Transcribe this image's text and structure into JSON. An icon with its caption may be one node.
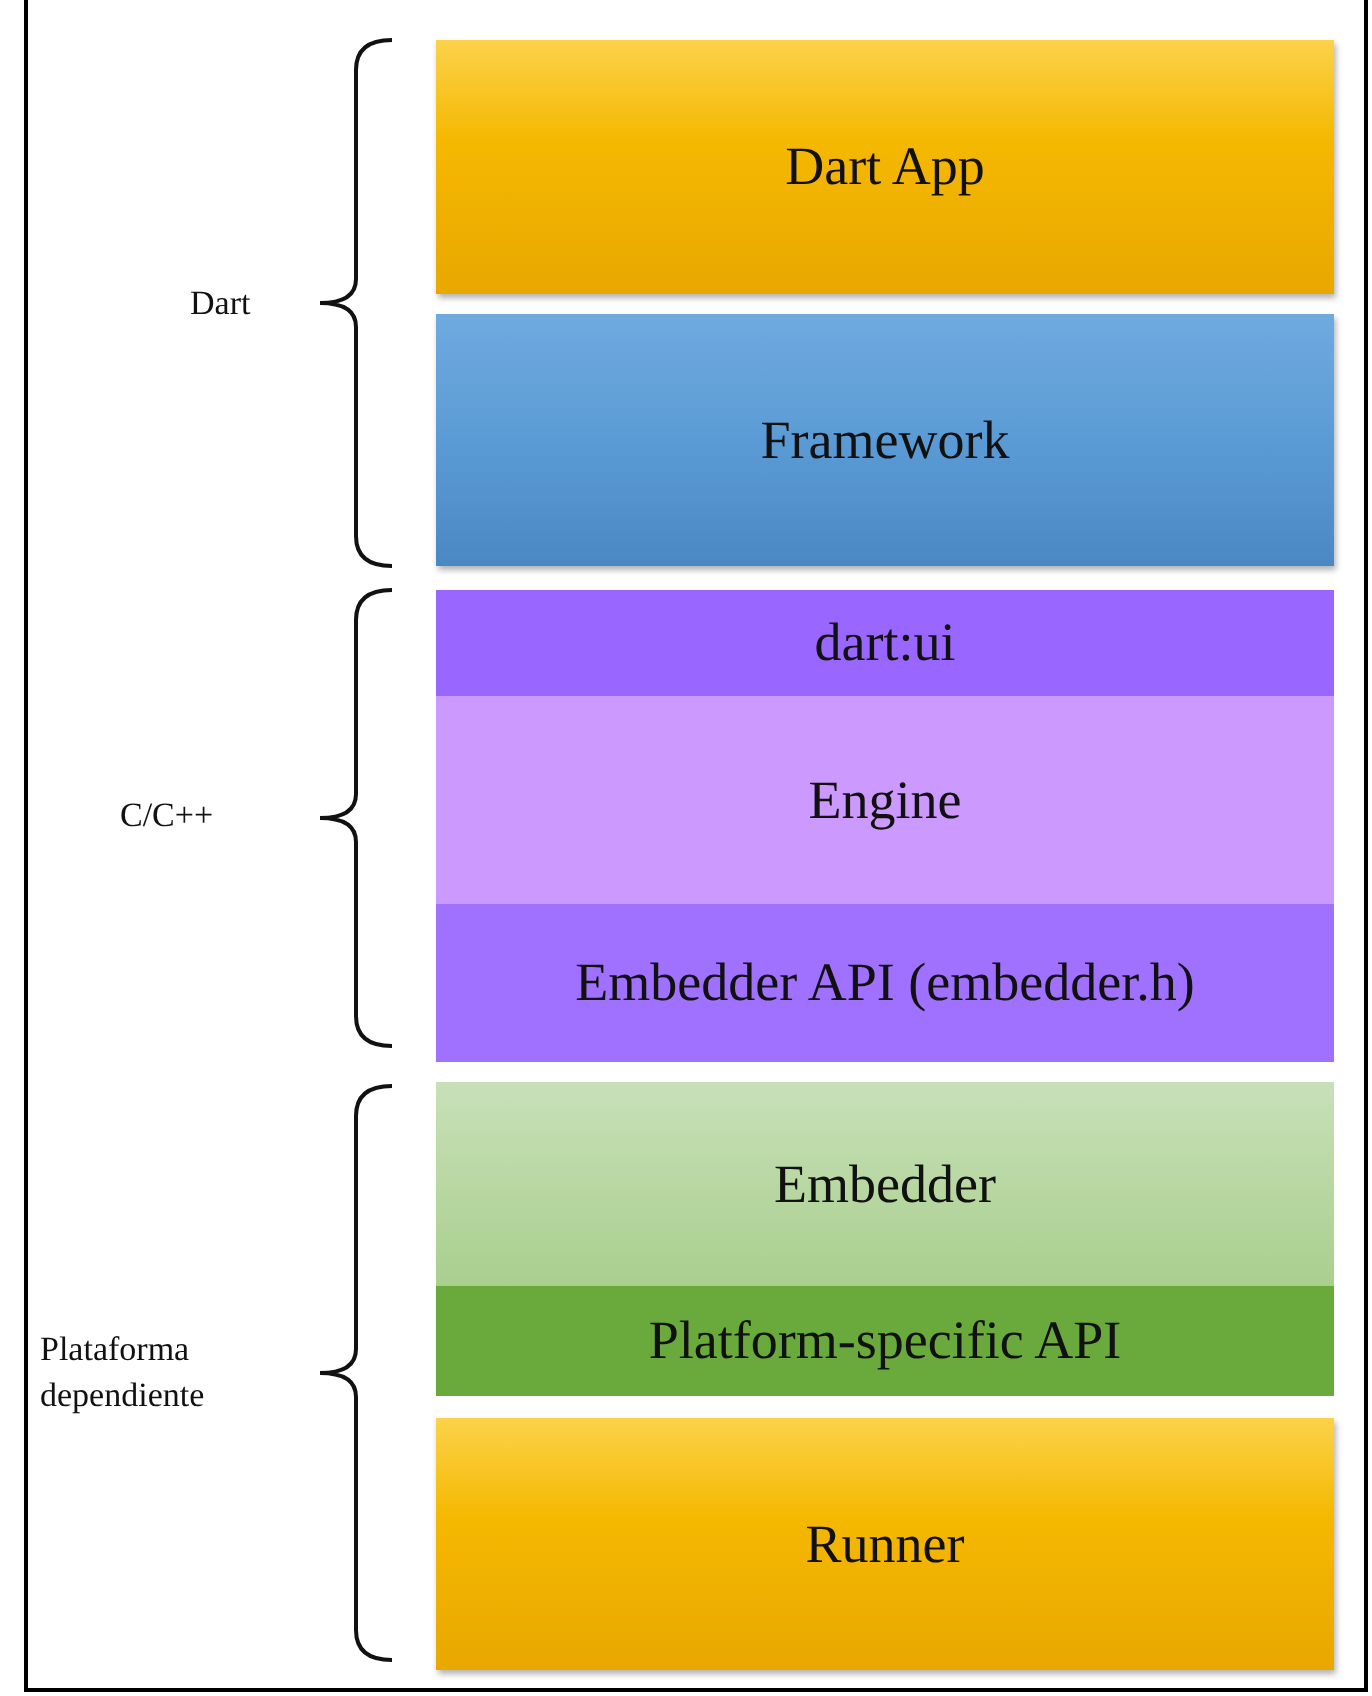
{
  "diagram": {
    "nodes": [
      {
        "text": [
          "Dart App"
        ]
      },
      {
        "text": [
          "Framework"
        ]
      },
      {
        "text": [
          "dart:ui"
        ]
      },
      {
        "text": [
          "Engine"
        ]
      },
      {
        "text": [
          "Embedder API (embedder.h)"
        ]
      },
      {
        "text": [
          "Embedder"
        ]
      },
      {
        "text": [
          "Platform-specific API"
        ]
      },
      {
        "text": [
          "Runner"
        ]
      }
    ],
    "labels": [
      "Dart",
      "C/C++",
      "Plataforma dependiente"
    ]
  }
}
